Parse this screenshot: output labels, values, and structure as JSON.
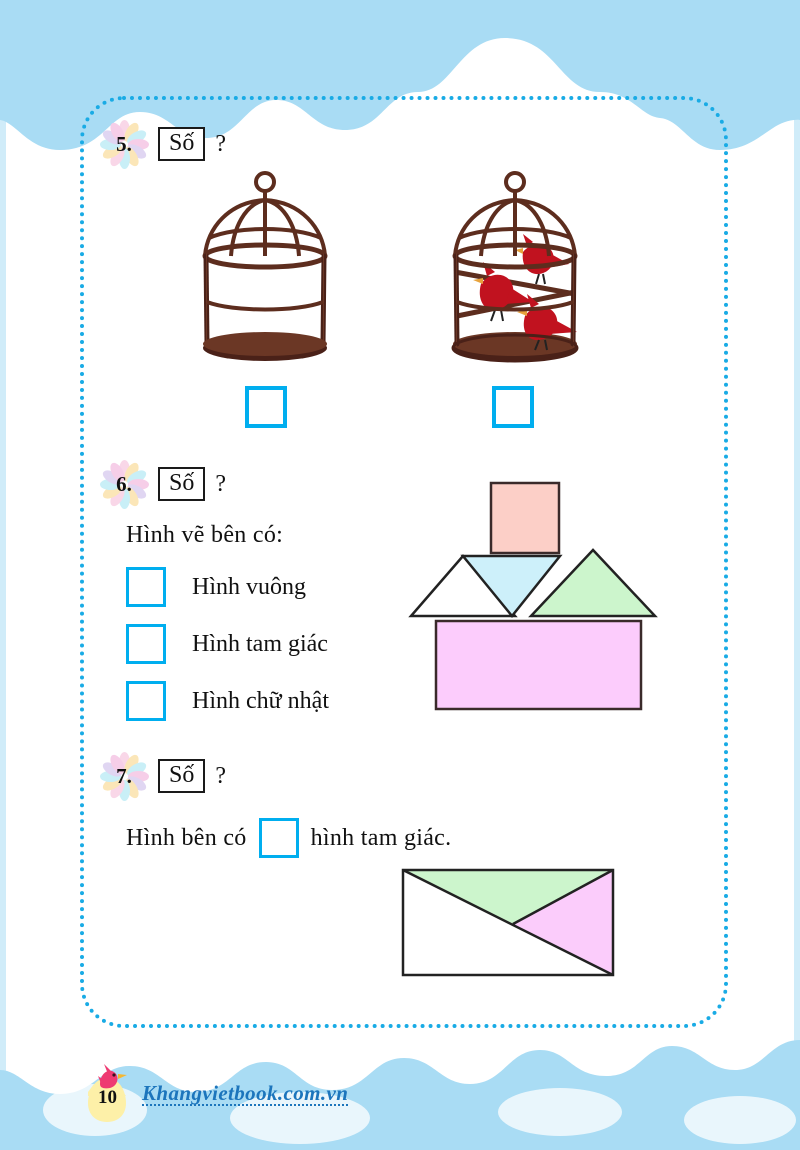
{
  "page": {
    "number": "10",
    "brand": "Khangvietbook.com.vn",
    "frame_color": "#19ABE5",
    "sky_color": "#A9DCF4",
    "answer_box_color": "#00AEEF"
  },
  "exercises": [
    {
      "number": "5.",
      "tag": "Số",
      "qmark": "?",
      "figures": [
        {
          "name": "empty-birdcage",
          "birds": 0
        },
        {
          "name": "birdcage-with-birds",
          "birds": 3
        }
      ],
      "answers": [
        "",
        ""
      ]
    },
    {
      "number": "6.",
      "tag": "Số",
      "qmark": "?",
      "prompt": "Hình vẽ bên có:",
      "options": [
        {
          "label": "Hình vuông",
          "answer": ""
        },
        {
          "label": "Hình tam giác",
          "answer": ""
        },
        {
          "label": "Hình chữ nhật",
          "answer": ""
        }
      ],
      "figure": {
        "name": "house-shapes",
        "parts": [
          {
            "shape": "square",
            "color": "#FCCFC7"
          },
          {
            "shape": "triangle",
            "color": "#FFFFFF"
          },
          {
            "shape": "triangle-down",
            "color": "#CDF0FA"
          },
          {
            "shape": "triangle",
            "color": "#CCF5CC"
          },
          {
            "shape": "rectangle",
            "color": "#FCCCFC"
          }
        ]
      }
    },
    {
      "number": "7.",
      "tag": "Số",
      "qmark": "?",
      "prompt_before": "Hình bên có",
      "prompt_after": "hình tam giác.",
      "answer": "",
      "figure": {
        "name": "rectangle-with-diagonals",
        "parts": [
          {
            "shape": "triangle",
            "color": "#CCF5CC"
          },
          {
            "shape": "triangle",
            "color": "#FBCCFB"
          },
          {
            "shape": "triangle",
            "color": "#FFFFFF"
          }
        ]
      }
    }
  ]
}
